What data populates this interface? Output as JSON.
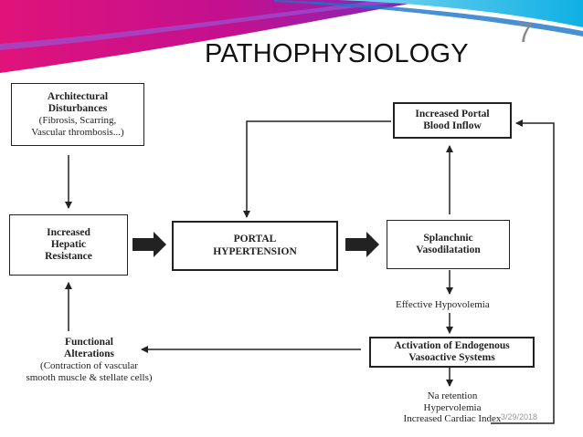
{
  "slide": {
    "title": "PATHOPHYSIOLOGY",
    "number": "7",
    "date": "3/29/2018",
    "colors": {
      "magenta": "#e0137a",
      "cyan": "#12b6e6",
      "purple": "#7a2bbf"
    }
  },
  "diagram": {
    "architectural": {
      "title_1": "Architectural",
      "title_2": "Disturbances",
      "detail_1": "(Fibrosis, Scarring,",
      "detail_2": "Vascular thrombosis...)"
    },
    "hepatic_resistance": {
      "line_1": "Increased",
      "line_2": "Hepatic",
      "line_3": "Resistance"
    },
    "portal_hypertension": {
      "line_1": "PORTAL",
      "line_2": "HYPERTENSION"
    },
    "splanchnic": {
      "line_1": "Splanchnic",
      "line_2": "Vasodilatation"
    },
    "portal_inflow": {
      "line_1": "Increased Portal",
      "line_2": "Blood Inflow"
    },
    "effective_hypovolemia": "Effective Hypovolemia",
    "vasoactive": {
      "line_1": "Activation of Endogenous",
      "line_2": "Vasoactive Systems"
    },
    "na_retention": {
      "line_1": "Na retention",
      "line_2": "Hypervolemia",
      "line_3": "Increased Cardiac Index"
    },
    "functional": {
      "title_1": "Functional",
      "title_2": "Alterations",
      "detail_1": "(Contraction of vascular",
      "detail_2": "smooth muscle & stellate cells)"
    }
  }
}
